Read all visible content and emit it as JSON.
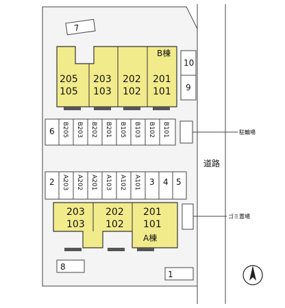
{
  "colors": {
    "building": "#f2eb8c",
    "lot": "#f4f4f4",
    "line": "#444444",
    "step": "#555555"
  },
  "parking_top": {
    "label_7": "7",
    "label_10": "10",
    "label_9": "9"
  },
  "building_b": {
    "name": "B棟",
    "units": [
      {
        "upper": "205",
        "lower": "105"
      },
      {
        "upper": "203",
        "lower": "103"
      },
      {
        "upper": "202",
        "lower": "102"
      },
      {
        "upper": "201",
        "lower": "101"
      }
    ]
  },
  "row_b_slots": [
    "6",
    "B205",
    "B203",
    "B202",
    "B201",
    "B105",
    "B103",
    "B102",
    "B101"
  ],
  "bike_parking_label": "駐輪場",
  "road_label": "道路",
  "row_a_slots": [
    "2",
    "A203",
    "A202",
    "A201",
    "A103",
    "A102",
    "A101",
    "3",
    "4",
    "5"
  ],
  "building_a": {
    "name": "A棟",
    "units": [
      {
        "upper": "203",
        "lower": "103"
      },
      {
        "upper": "202",
        "lower": "102"
      },
      {
        "upper": "201",
        "lower": "101"
      }
    ]
  },
  "garbage_label": "ゴミ置場",
  "parking_bottom": {
    "label_8": "8",
    "label_1": "1"
  },
  "north_arrow": {
    "icon": "north-arrow-icon"
  }
}
